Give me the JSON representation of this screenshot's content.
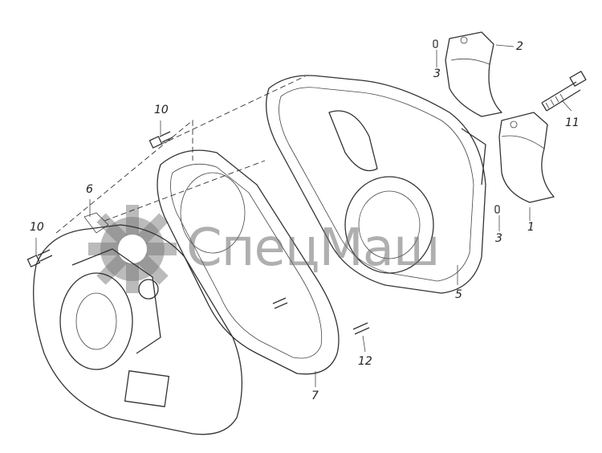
{
  "diagram": {
    "watermark": "СпецМаш",
    "callouts": [
      {
        "id": "c2",
        "text": "2"
      },
      {
        "id": "c3a",
        "text": "3"
      },
      {
        "id": "c11",
        "text": "11"
      },
      {
        "id": "c10a",
        "text": "10"
      },
      {
        "id": "c6",
        "text": "6"
      },
      {
        "id": "c10b",
        "text": "10"
      },
      {
        "id": "c1",
        "text": "1"
      },
      {
        "id": "c3b",
        "text": "3"
      },
      {
        "id": "c5",
        "text": "5"
      },
      {
        "id": "c12",
        "text": "12"
      },
      {
        "id": "c7",
        "text": "7"
      }
    ]
  }
}
